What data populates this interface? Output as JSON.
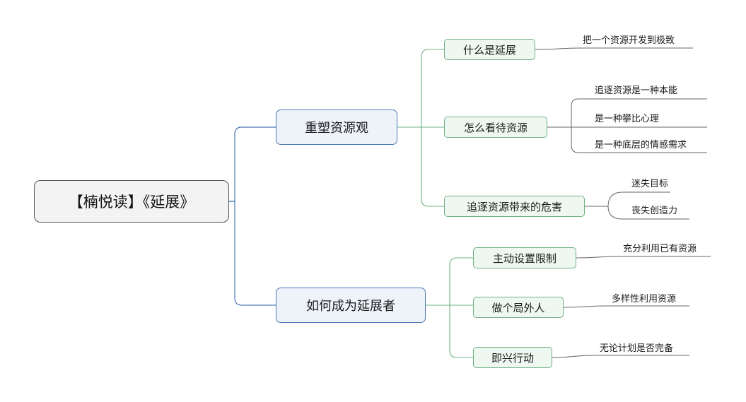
{
  "root": {
    "label": "【楠悦读】《延展》"
  },
  "branches": [
    {
      "label": "重塑资源观",
      "children": [
        {
          "label": "什么是延展",
          "leaves": [
            "把一个资源开发到极致"
          ]
        },
        {
          "label": "怎么看待资源",
          "leaves": [
            "追逐资源是一种本能",
            "是一种攀比心理",
            "是一种底层的情感需求"
          ]
        },
        {
          "label": "追逐资源带来的危害",
          "leaves": [
            "迷失目标",
            "丧失创造力"
          ]
        }
      ]
    },
    {
      "label": "如何成为延展者",
      "children": [
        {
          "label": "主动设置限制",
          "leaves": [
            "充分利用已有资源"
          ]
        },
        {
          "label": "做个局外人",
          "leaves": [
            "多样性利用资源"
          ]
        },
        {
          "label": "即兴行动",
          "leaves": [
            "无论计划是否完备"
          ]
        }
      ]
    }
  ],
  "colors": {
    "root_border": "#555555",
    "branch_line": "#4a78b6",
    "sub_line": "#6fb083",
    "leaf_line": "#555555"
  }
}
